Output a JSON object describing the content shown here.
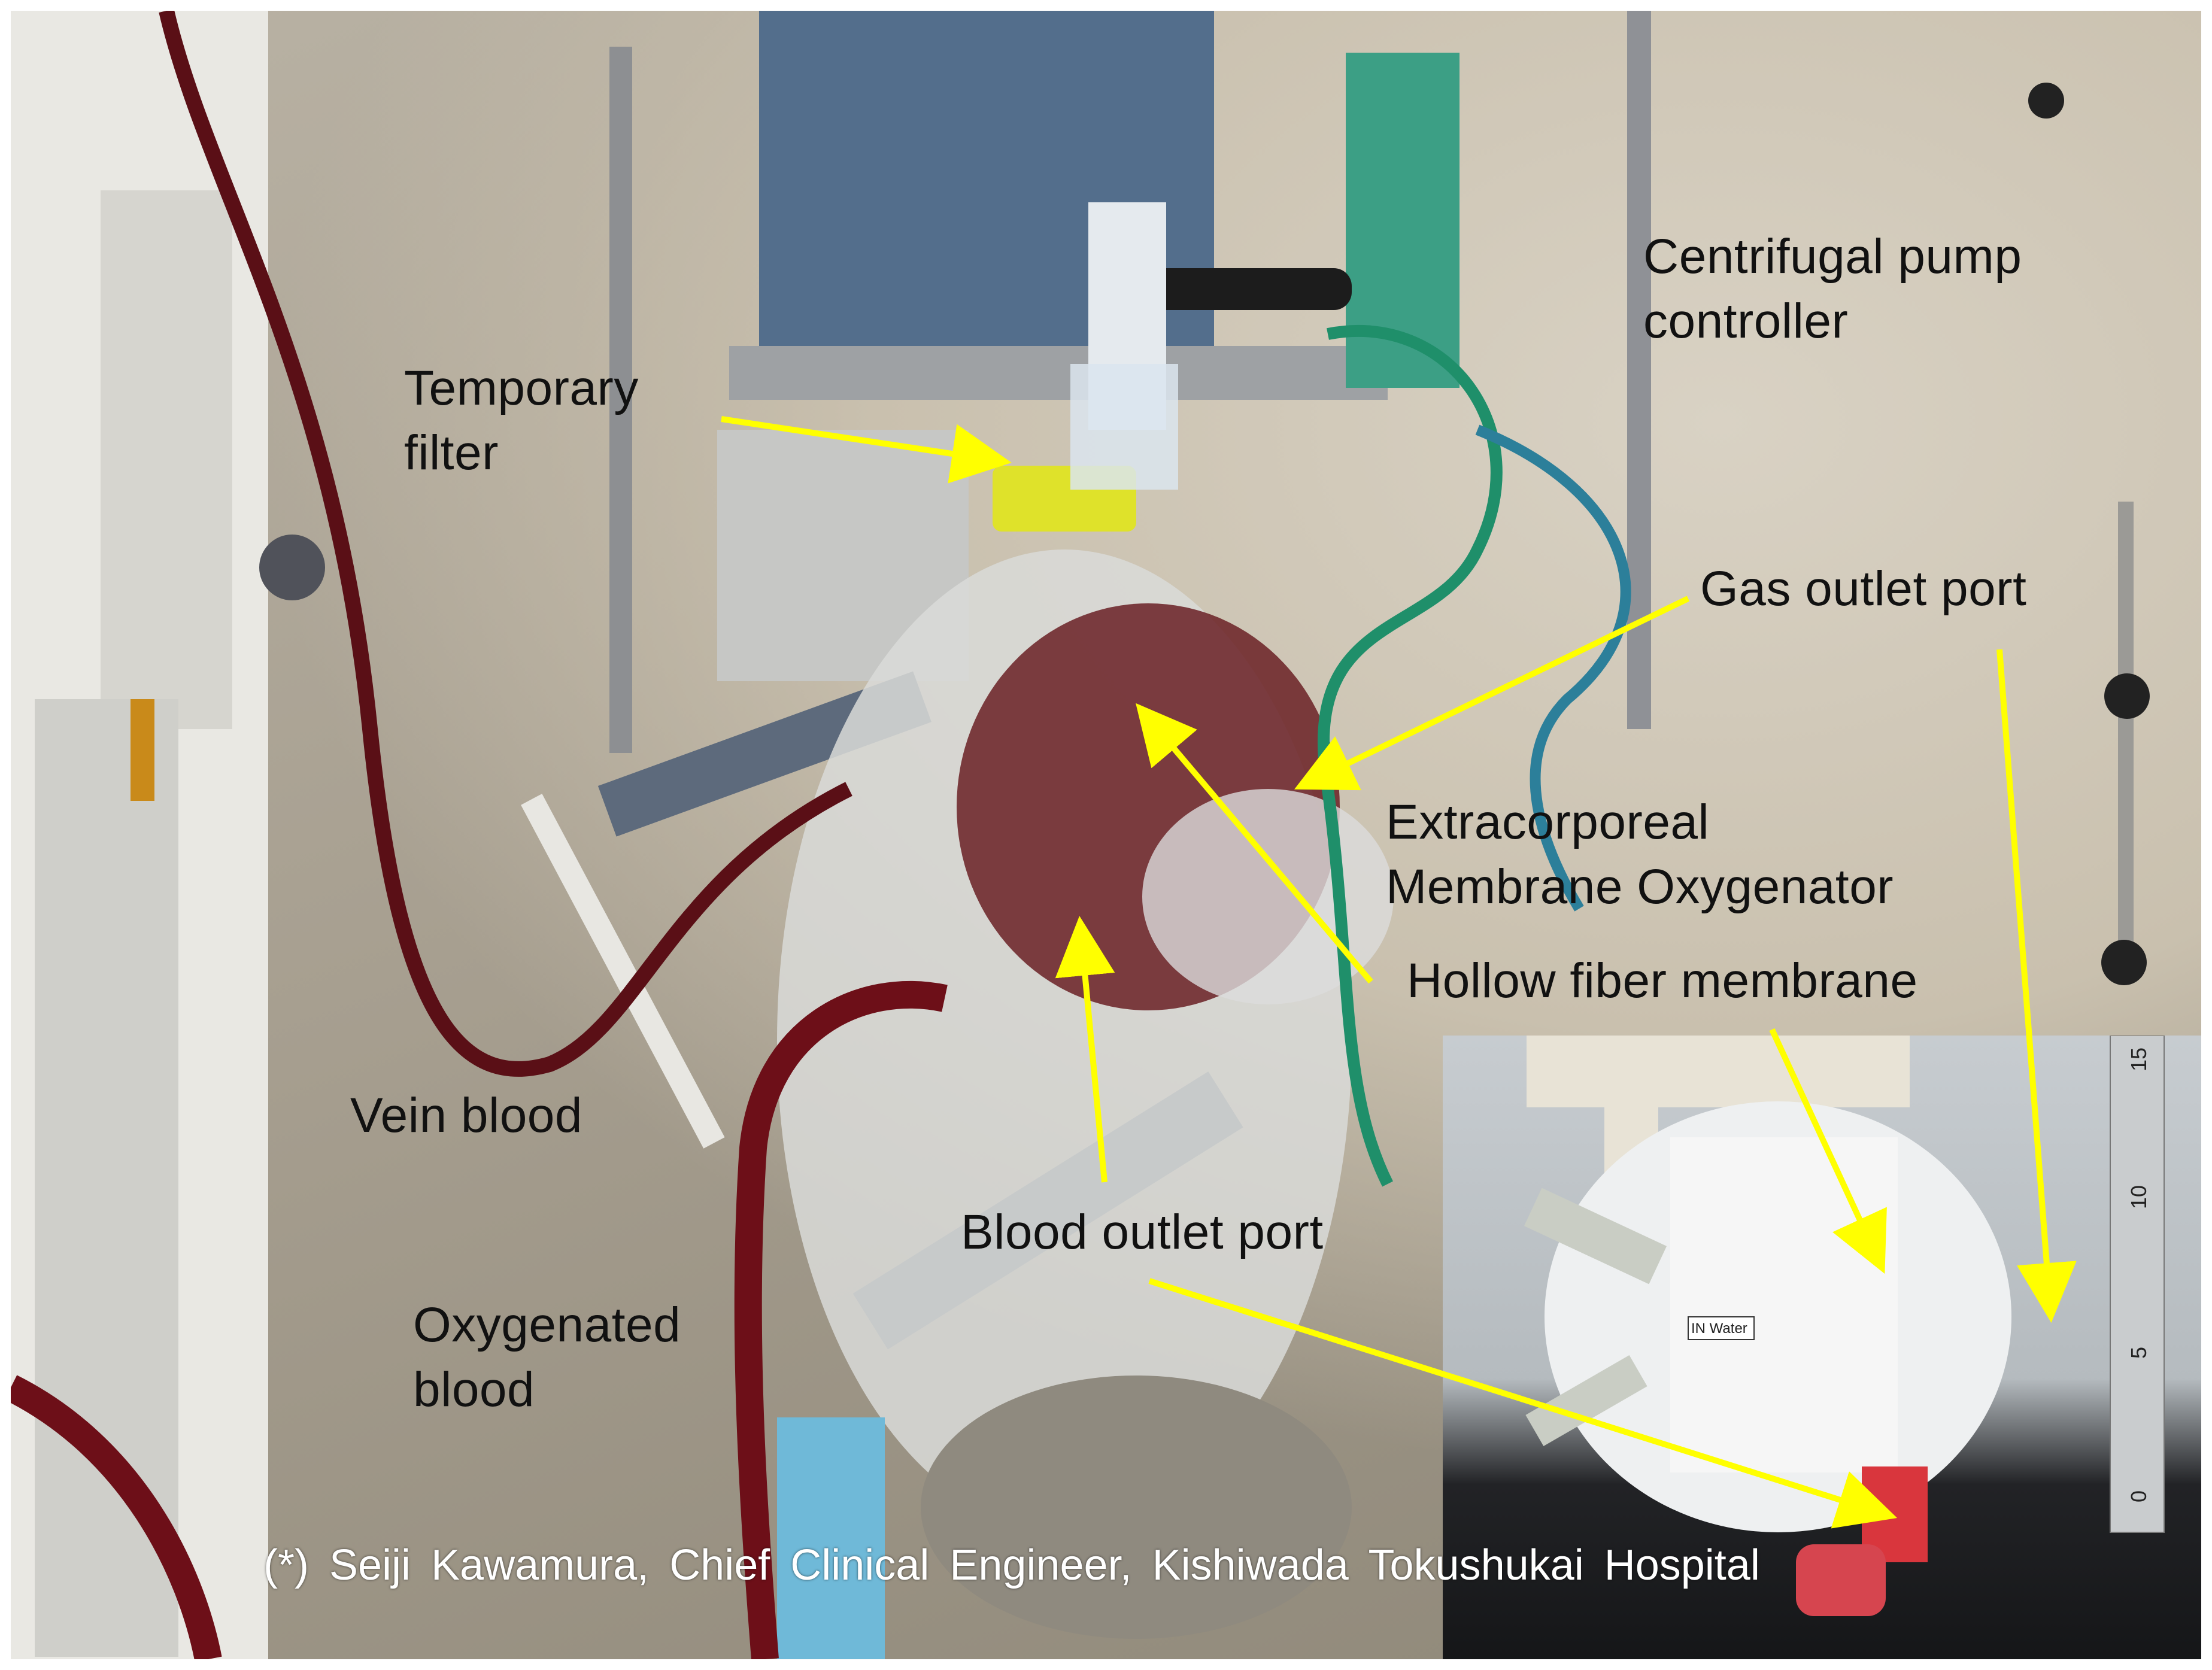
{
  "labels": {
    "centrifugal_pump_controller": "Centrifugal pump\ncontroller",
    "temporary_filter": "Temporary\nfilter",
    "gas_outlet_port": "Gas outlet port",
    "ecmo": "Extracorporeal\nMembrane Oxygenator",
    "hollow_fiber_membrane": "Hollow fiber membrane",
    "vein_blood": "Vein blood",
    "blood_outlet_port": "Blood outlet port",
    "oxygenated_blood": "Oxygenated\nblood"
  },
  "credit": "(*) Seiji Kawamura, Chief Clinical Engineer, Kishiwada Tokushukai Hospital",
  "inset": {
    "ruler_ticks": [
      "15",
      "10",
      "5",
      "0"
    ],
    "port_label": "IN Water"
  },
  "colors": {
    "arrow": "#ffff00",
    "tubing_blood": "#5a0f16",
    "tubing_green": "#1f8f6a"
  }
}
